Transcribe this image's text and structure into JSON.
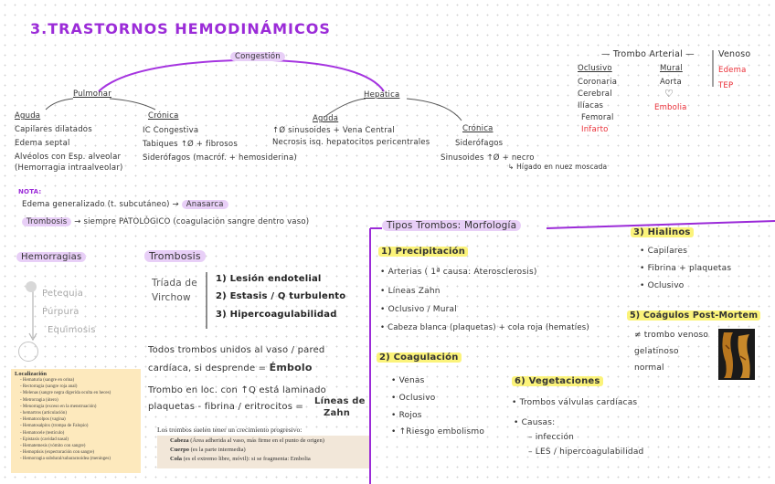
{
  "title": "3.TRASTORNOS HEMODINÁMICOS",
  "congestion": {
    "root": "Congestión",
    "pulmonar": {
      "label": "Pulmonar",
      "aguda": {
        "label": "Aguda",
        "items": [
          "Capilares dilatados",
          "Edema septal",
          "Alvéolos con Esp. alveolar",
          "(Hemorragia intraalveolar)"
        ]
      },
      "cronica": {
        "label": "Crónica",
        "items": [
          "IC Congestiva",
          "Tabiques ↑Ø + fibrosos",
          "Siderófagos (macróf. + hemosiderina)"
        ]
      }
    },
    "hepatica": {
      "label": "Hepática",
      "aguda": {
        "label": "Aguda",
        "items": [
          "↑Ø sinusoides + Vena Central",
          "Necrosis isq. hepatocitos pericentrales"
        ]
      },
      "cronica": {
        "label": "Crónica",
        "items": [
          "Siderófagos",
          "Sinusoides ↑Ø + necro",
          "↳ Hígado en nuez moscada"
        ]
      }
    }
  },
  "nota": {
    "label": "NOTA:",
    "line1_prefix": "Edema generalizado (t. subcutáneo) →",
    "line1_term": "Anasarca",
    "line2_term": "Trombosis",
    "line2_rest": "→ siempre PATOLÓGICO (coagulación sangre dentro vaso)"
  },
  "trombo_table": {
    "header": "Trombo Arterial",
    "col1_header": "Oclusivo",
    "col1_items": [
      "Coronaria",
      "Cerebral",
      "Ilíacas",
      "Femoral"
    ],
    "col1_red": "Infarto",
    "col2_header": "Mural",
    "col2_items": [
      "Aorta",
      "♡"
    ],
    "col2_red": "Embolia",
    "col3_header": "Venoso",
    "col3_red": [
      "Edema",
      "TEP"
    ]
  },
  "hemorragias": {
    "title": "Hemorragias",
    "items": [
      "Petequia",
      "Púrpura",
      "Equimosis"
    ],
    "localizacion": {
      "heading": "Localización",
      "items": [
        "- Hematuria (sangre en orina)",
        "- Rectorragia (sangre roja anal)",
        "- Melenas (sangre negra digerida oculta en heces)",
        "- Metrorragia (útero)",
        "- Menorragia (exceso en la menstruación)",
        "- hemartros (articulación)",
        "- Hematocolpos (vagina)",
        "- Hematosalpinx (trompa de Falopio)",
        "- Hematocele (testículo)",
        "- Epistaxis (cavidad nasal)",
        "- Hematemesis (vómito con sangre)",
        "- Hemoptisis (expectoración con sangre)",
        "- Hemorragia subdural/subaracnoidea (meninges)"
      ]
    }
  },
  "trombosis": {
    "title": "Trombosis",
    "triada_label": [
      "Tríada de",
      "Virchow"
    ],
    "triada_items": [
      "1) Lesión endotelial",
      "2) Estasis / Q turbulento",
      "3) Hipercoagulabilidad"
    ],
    "embolo_text1": "Todos trombos unidos al vaso / pared",
    "embolo_text2": "cardíaca, si desprende =",
    "embolo_term": "Émbolo",
    "zahn_text1": "Trombo en loc. con ↑Q está laminado",
    "zahn_text2": "plaquetas - fibrina / eritrocitos =",
    "zahn_term1": "Líneas de",
    "zahn_term2": "Zahn",
    "growth": {
      "intro": "Los trombos suelen tener un crecimiento progresivo:",
      "cabeza_b": "Cabeza",
      "cabeza": " (Área adherida al vaso, más firme en el punto de origen)",
      "cuerpo_b": "Cuerpo",
      "cuerpo": " (es la parte intermedia)",
      "cola_b": "Cola",
      "cola": " (es el extremo libre, móvil): si se fragmenta: Embolia"
    }
  },
  "tipos": {
    "title": "Tipos Trombos: Morfología",
    "precipitacion": {
      "title": "1) Precipitación",
      "items": [
        "• Arterias ( 1ª causa: Aterosclerosis)",
        "• Líneas Zahn",
        "• Oclusivo / Mural",
        "• Cabeza blanca (plaquetas) + cola roja (hematíes)"
      ]
    },
    "coagulacion": {
      "title": "2) Coagulación",
      "items": [
        "• Venas",
        "• Oclusivo",
        "• Rojos",
        "• ↑Riesgo embolismo"
      ]
    },
    "hialinos": {
      "title": "3) Hialinos",
      "items": [
        "• Capilares",
        "• Fibrina + plaquetas",
        "• Oclusivo"
      ]
    },
    "postmortem": {
      "title": "5) Coágulos Post-Mortem",
      "items": [
        "≠ trombo venoso",
        "gelatinoso",
        "normal"
      ]
    },
    "vegetaciones": {
      "title": "6) Vegetaciones",
      "items": [
        "• Trombos válvulas cardíacas",
        "• Causas:",
        "– infección",
        "– LES / hipercoagulabilidad"
      ]
    }
  },
  "colors": {
    "accent": "#9b2bd8",
    "highlight": "#e8cff7",
    "yellow": "#fbf37a",
    "red": "#ea2d36",
    "box": "#fde9bd",
    "box2": "#f2e7d9"
  }
}
